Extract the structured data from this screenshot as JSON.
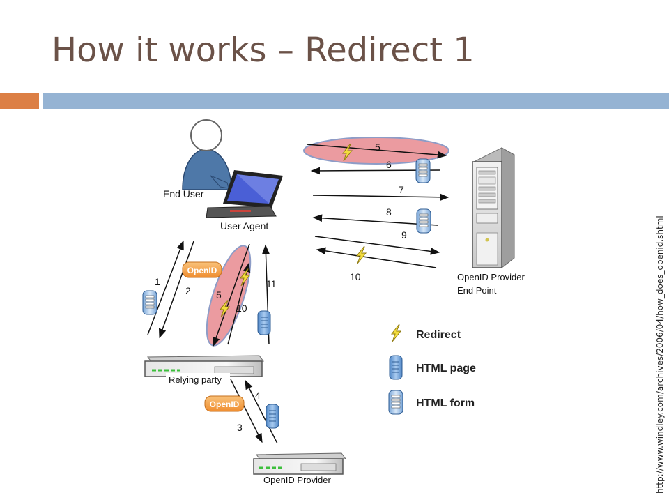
{
  "slide": {
    "title": "How it works – Redirect 1",
    "source_url": "http://www.windley.com/archives/2006/04/how_does_openid.shtml"
  },
  "diagram": {
    "end_user": "End User",
    "user_agent": "User Agent",
    "relying_party": "Relying party",
    "openid_provider": "OpenID Provider",
    "endpoint_line1": "OpenID Provider",
    "endpoint_line2": "End Point",
    "badge_openid": "OpenID",
    "steps": {
      "s1": "1",
      "s2": "2",
      "s3": "3",
      "s4": "4",
      "s5_top": "5",
      "s5_mid": "5",
      "s6": "6",
      "s7": "7",
      "s8": "8",
      "s9": "9",
      "s10_top": "10",
      "s10_mid": "10",
      "s11": "11"
    },
    "legend": {
      "redirect": "Redirect",
      "html_page": "HTML page",
      "html_form": "HTML form"
    }
  },
  "colors": {
    "title": "#6b5248",
    "accent_orange": "#dc7f45",
    "accent_blue": "#95b3d3",
    "highlight_red": "#e8898f",
    "badge_orange": "#f5a04a",
    "doc_blue": "#6c9fd6"
  }
}
